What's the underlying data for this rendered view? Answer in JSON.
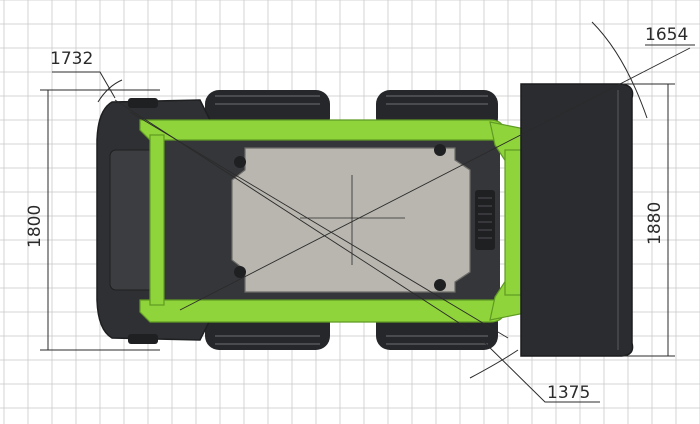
{
  "dimensions": {
    "left_height": "1800",
    "top_left_radius": "1732",
    "top_right_radius": "1654",
    "right_height": "1880",
    "bottom_radius": "1375"
  },
  "colors": {
    "grid": "#c9c9c9",
    "frame_green": "#8fd43a",
    "body_dark": "#2f3033",
    "body_mid": "#3c3d40",
    "deck_gray": "#b8b6ae",
    "tire": "#26272a",
    "blade": "#2b2c2f",
    "line": "#2b2b2b"
  }
}
